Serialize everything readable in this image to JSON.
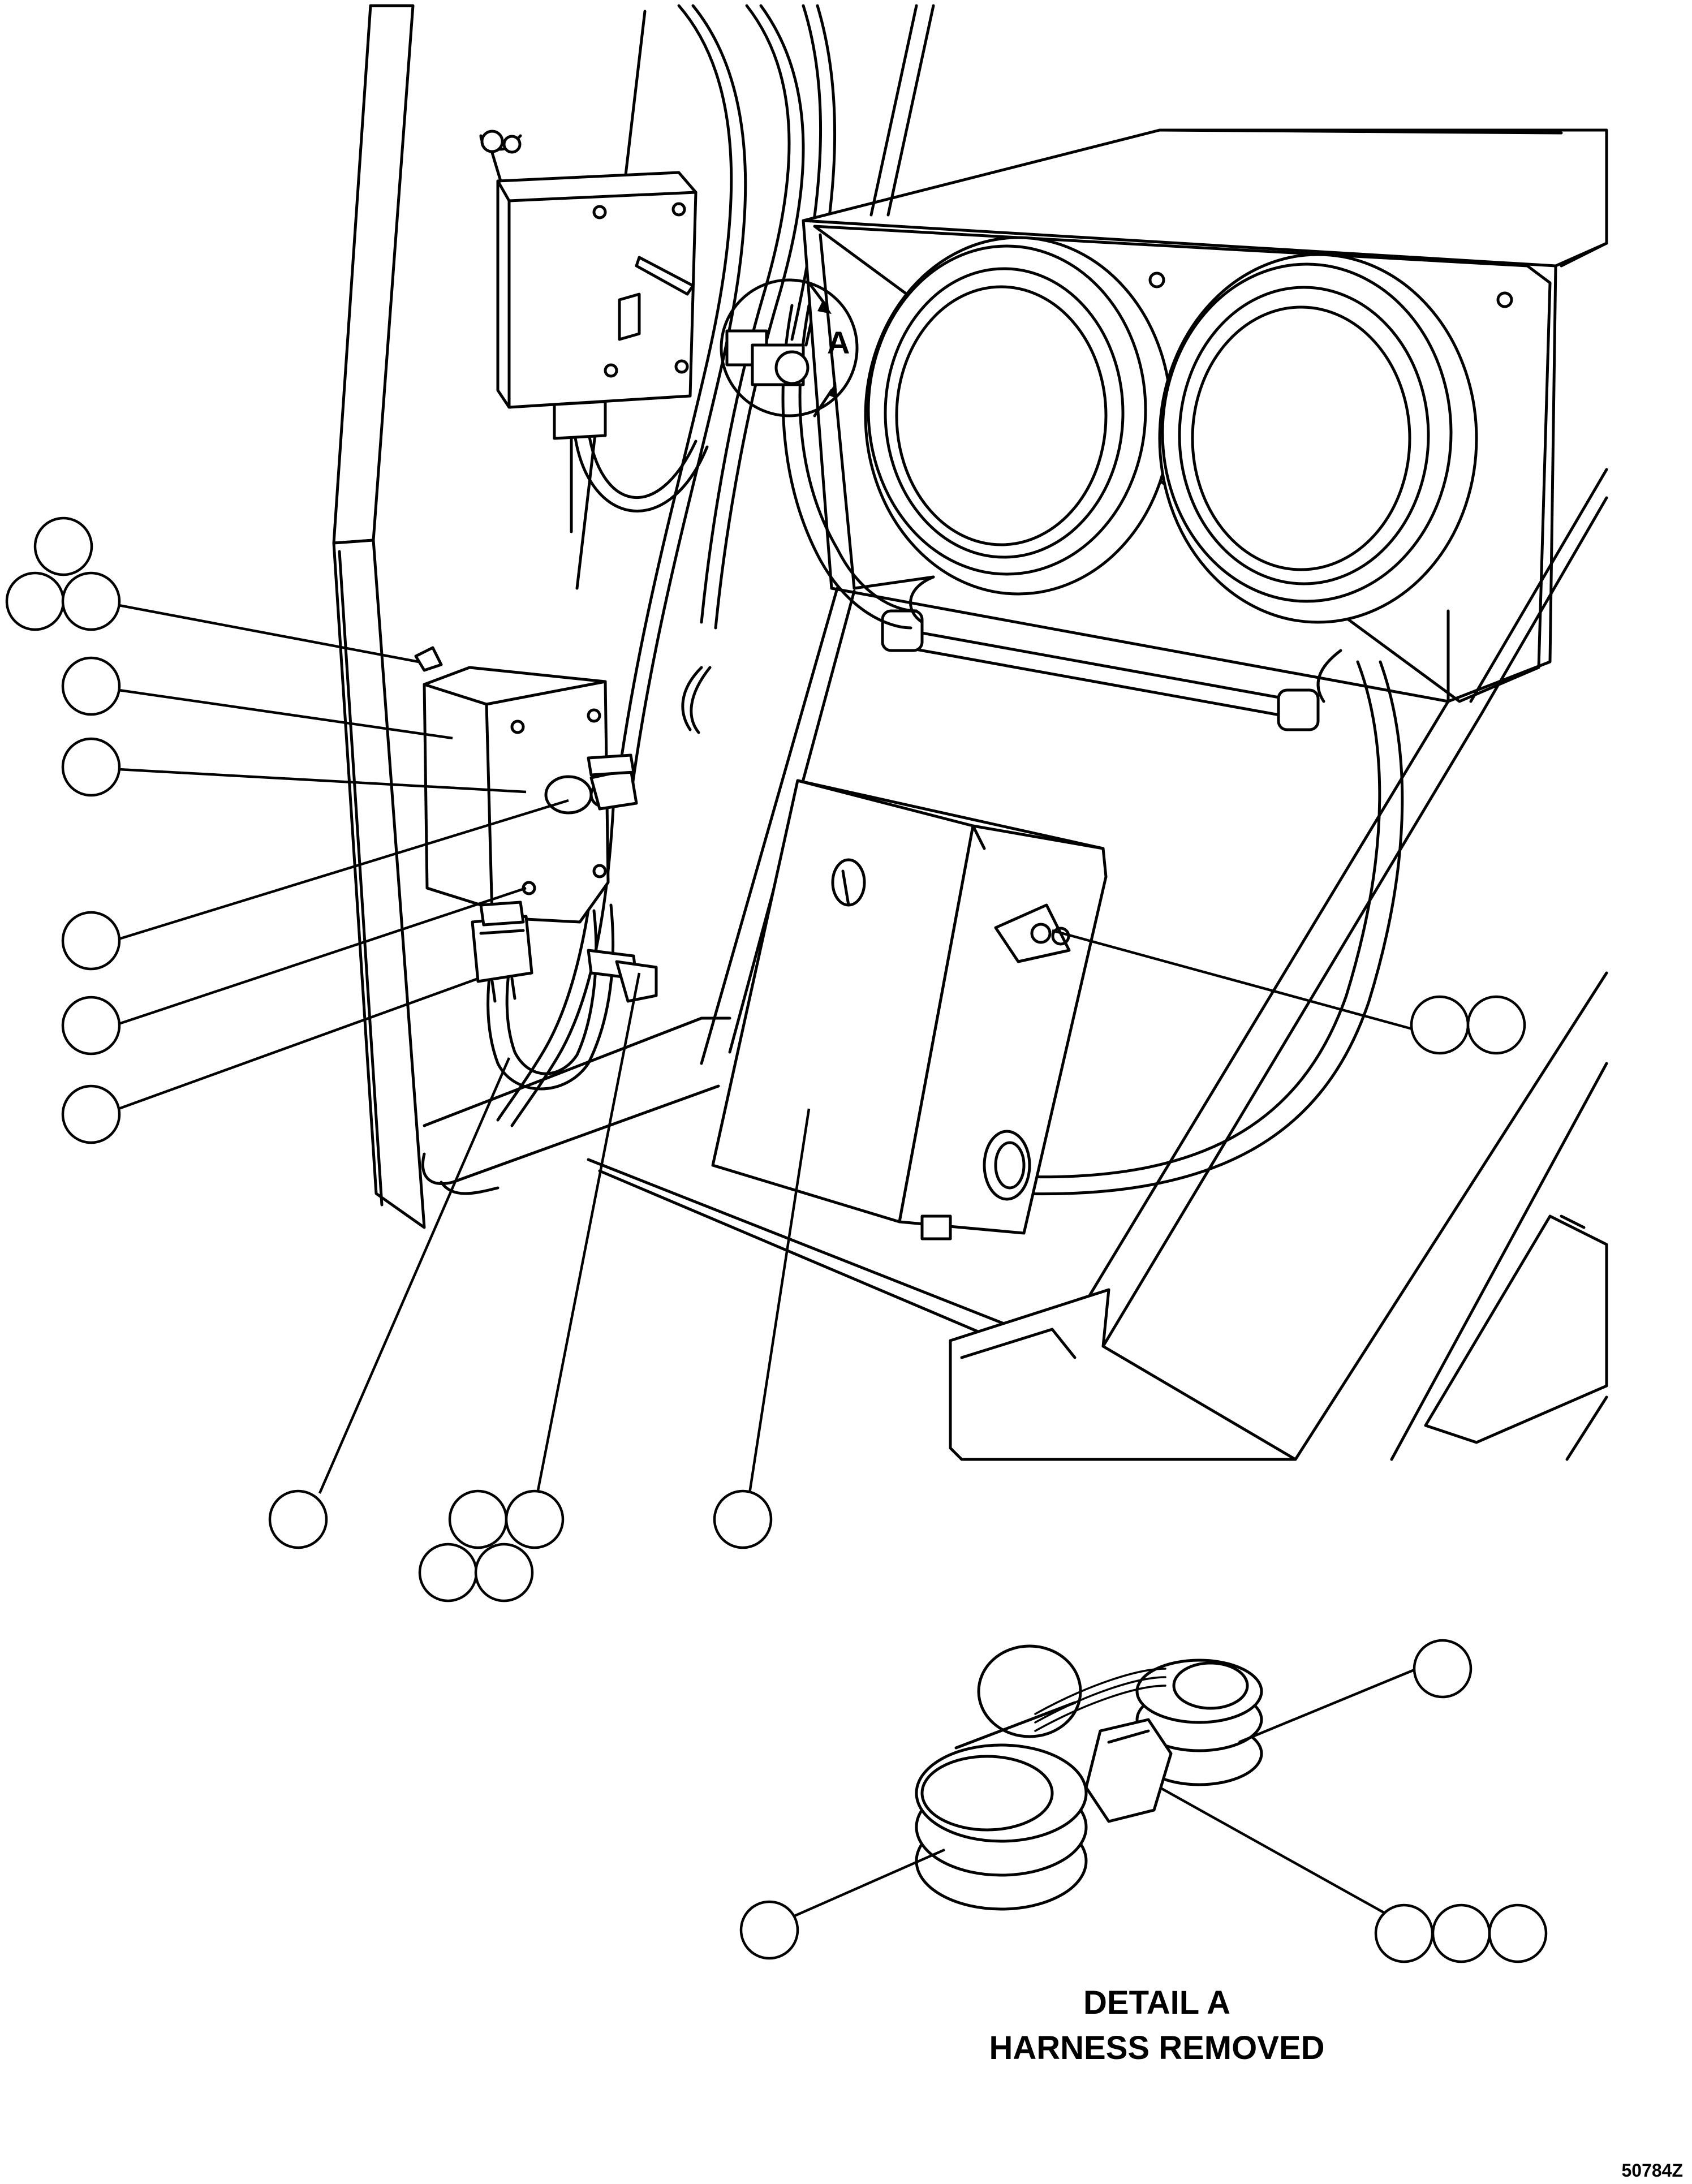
{
  "view_marker": "A",
  "detail": {
    "title": "DETAIL A",
    "subtitle": "HARNESS REMOVED"
  },
  "figure_number": "50784Z"
}
